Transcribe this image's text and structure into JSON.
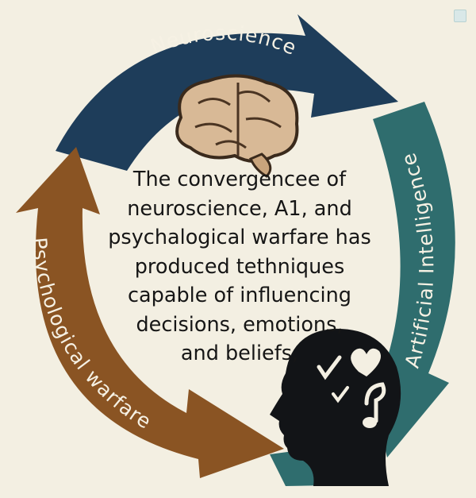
{
  "diagram": {
    "arcs": {
      "top": {
        "label": "Neuroscience",
        "color": "#1e3d5a"
      },
      "right": {
        "label": "Artificial Intelligence",
        "color": "#2f6d6e"
      },
      "left": {
        "label": "Psychological warfare",
        "color": "#8a5423"
      },
      "bottom_right": {
        "label": "",
        "color": "#2f6d6e"
      }
    },
    "center": {
      "lines": [
        "The convergencee of",
        "neuroscience, A1, and",
        "psychalogical warfare has",
        "produced tethniques",
        "capable of influencing",
        "decisions, emotions,",
        "and beliefs,"
      ],
      "text_color": "#161616"
    },
    "icons": [
      "brain-icon",
      "human-head-icon",
      "heart-icon",
      "check-icon",
      "music-note-icon"
    ],
    "background": "#f3efe2"
  }
}
